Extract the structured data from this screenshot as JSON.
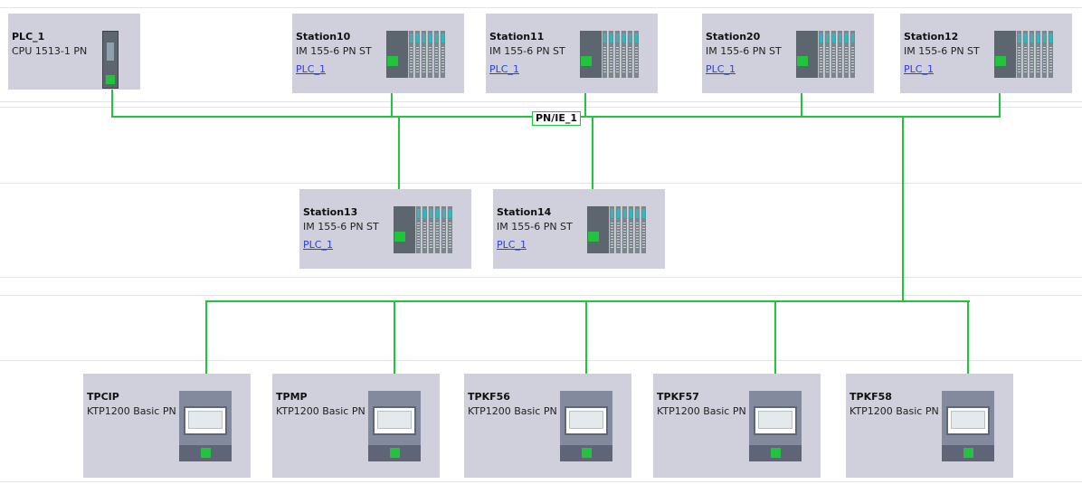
{
  "network": {
    "label": "PN/IE_1",
    "color": "#22c33f"
  },
  "plc": {
    "name": "PLC_1",
    "type": "CPU 1513-1 PN"
  },
  "stations": [
    {
      "name": "Station10",
      "type": "IM 155-6 PN ST",
      "link": "PLC_1"
    },
    {
      "name": "Station11",
      "type": "IM 155-6 PN ST",
      "link": "PLC_1"
    },
    {
      "name": "Station20",
      "type": "IM 155-6 PN ST",
      "link": "PLC_1"
    },
    {
      "name": "Station12",
      "type": "IM 155-6 PN ST",
      "link": "PLC_1"
    },
    {
      "name": "Station13",
      "type": "IM 155-6 PN ST",
      "link": "PLC_1"
    },
    {
      "name": "Station14",
      "type": "IM 155-6 PN ST",
      "link": "PLC_1"
    }
  ],
  "hmis": [
    {
      "name": "TPCIP",
      "type": "KTP1200 Basic PN"
    },
    {
      "name": "TPMP",
      "type": "KTP1200 Basic PN"
    },
    {
      "name": "TPKF56",
      "type": "KTP1200 Basic PN"
    },
    {
      "name": "TPKF57",
      "type": "KTP1200 Basic PN"
    },
    {
      "name": "TPKF58",
      "type": "KTP1200 Basic PN"
    }
  ]
}
